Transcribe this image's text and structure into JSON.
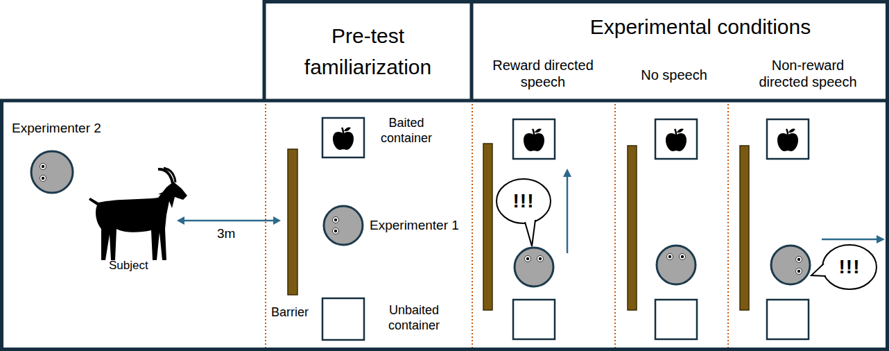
{
  "diagram": {
    "nodes": [
      {
        "text": [
          "Pre-test familiarization"
        ]
      },
      {
        "text": [
          "Experimental conditions"
        ]
      },
      {
        "text": [
          "!!!"
        ]
      },
      {
        "text": [
          "!!!"
        ]
      }
    ],
    "labels": [
      "Reward directed speech",
      "No speech",
      "Non-reward directed speech",
      "Experimenter 2",
      "3m",
      "Subject",
      "Baited container",
      "Experimenter 1",
      "Barrier",
      "Unbaited container"
    ]
  }
}
